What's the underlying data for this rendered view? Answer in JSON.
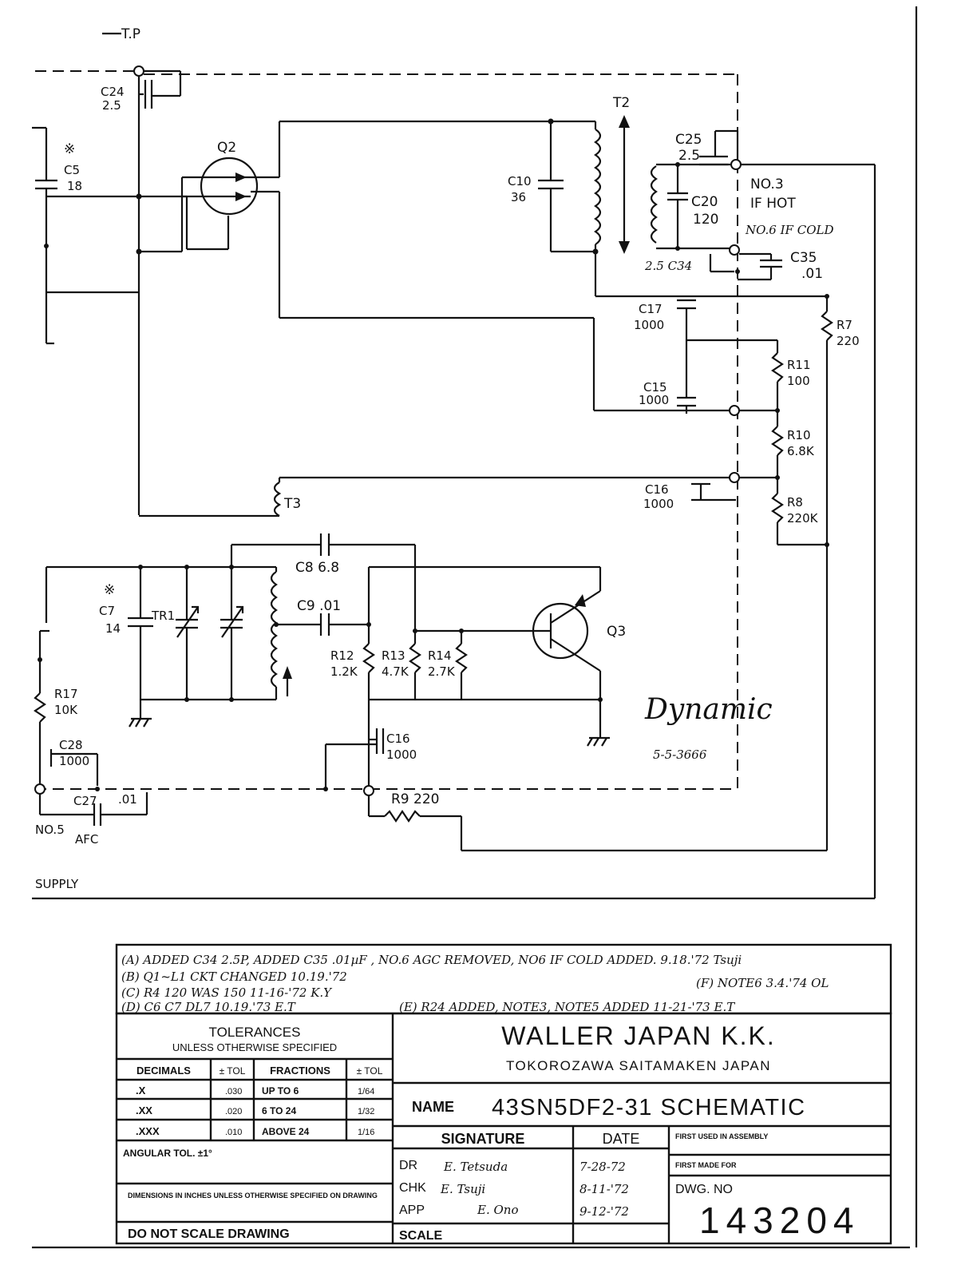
{
  "labels": {
    "tp": "T.P",
    "c24": "C24",
    "c24_val": "2.5",
    "q2": "Q2",
    "c5_mark": "※",
    "c5": "C5",
    "c5_val": "18",
    "t2": "T2",
    "c10": "C10",
    "c10_val": "36",
    "c25": "C25",
    "c25_val": "2.5",
    "c20": "C20",
    "c20_val": "120",
    "no3": "NO.3",
    "if_hot": "IF HOT",
    "no6_cold": "NO.6 IF COLD",
    "c34": "2.5 C34",
    "c35": "C35",
    "c35_val": ".01",
    "c17": "C17",
    "c17_val": "1000",
    "r7": "R7",
    "r7_val": "220",
    "r11": "R11",
    "r11_val": "100",
    "c15": "C15",
    "c15_val": "1000",
    "r10": "R10",
    "r10_val": "6.8K",
    "c16a": "C16",
    "c16a_val": "1000",
    "r8": "R8",
    "r8_val": "220K",
    "t3": "T3",
    "c8": "C8 6.8",
    "c9": "C9 .01",
    "c7_mark": "※",
    "c7": "C7",
    "c7_val": "14",
    "tr1": "TR1",
    "q3": "Q3",
    "r12": "R12",
    "r12_val": "1.2K",
    "r13": "R13",
    "r13_val": "4.7K",
    "r14": "R14",
    "r14_val": "2.7K",
    "r17": "R17",
    "r17_val": "10K",
    "c28": "C28",
    "c28_val": "1000",
    "c16b": "C16",
    "c16b_val": "1000",
    "c27": "C27",
    "c27_val": ".01",
    "r9": "R9 220",
    "no5": "NO.5",
    "afc": "AFC",
    "supply": "SUPPLY",
    "handwritten_note": "Dynamic",
    "handwritten_num": "5-5-3666"
  },
  "revisions": [
    "(A) ADDED C34 2.5P, ADDED C35 .01µF , NO.6 AGC REMOVED, NO6 IF COLD ADDED. 9.18.'72 Tsuji",
    "(B) Q1~L1 CKT CHANGED 10.19.'72",
    "(C) R4 120 WAS 150 11-16-'72 K.Y",
    "(D) C6 C7 DL7 10.19.'73 E.T",
    "(E) R24 ADDED, NOTE3, NOTE5 ADDED 11-21-'73 E.T",
    "(F) NOTE6 3.4.'74 OL"
  ],
  "title_block": {
    "tolerances_title": "TOLERANCES",
    "tolerances_sub": "UNLESS OTHERWISE SPECIFIED",
    "col_decimals": "DECIMALS",
    "col_tol": "± TOL",
    "col_fractions": "FRACTIONS",
    "col_tol2": "± TOL",
    "rows": [
      {
        "d": ".X",
        "t": ".030",
        "f": "UP TO 6",
        "ft": "1/64"
      },
      {
        "d": ".XX",
        "t": ".020",
        "f": "6 TO 24",
        "ft": "1/32"
      },
      {
        "d": ".XXX",
        "t": ".010",
        "f": "ABOVE 24",
        "ft": "1/16"
      }
    ],
    "angular": "ANGULAR TOL. ±1°",
    "dimensions_note": "DIMENSIONS IN INCHES UNLESS OTHERWISE SPECIFIED ON DRAWING",
    "do_not_scale": "DO NOT SCALE DRAWING",
    "company": "WALLER JAPAN K.K.",
    "address": "TOKOROZAWA SAITAMAKEN JAPAN",
    "name_label": "NAME",
    "name_value": "43SN5DF2-31  SCHEMATIC",
    "signature_label": "SIGNATURE",
    "date_label": "DATE",
    "first_used": "FIRST USED IN ASSEMBLY",
    "first_made": "FIRST MADE FOR",
    "dwg_no_label": "DWG. NO",
    "dwg_no": "143204",
    "dr_label": "DR",
    "dr_sig": "E. Tetsuda",
    "dr_date": "7-28-72",
    "chk_label": "CHK",
    "chk_sig": "E. Tsuji",
    "chk_date": "8-11-'72",
    "app_label": "APP",
    "app_sig": "E. Ono",
    "app_date": "9-12-'72",
    "scale_label": "SCALE"
  }
}
